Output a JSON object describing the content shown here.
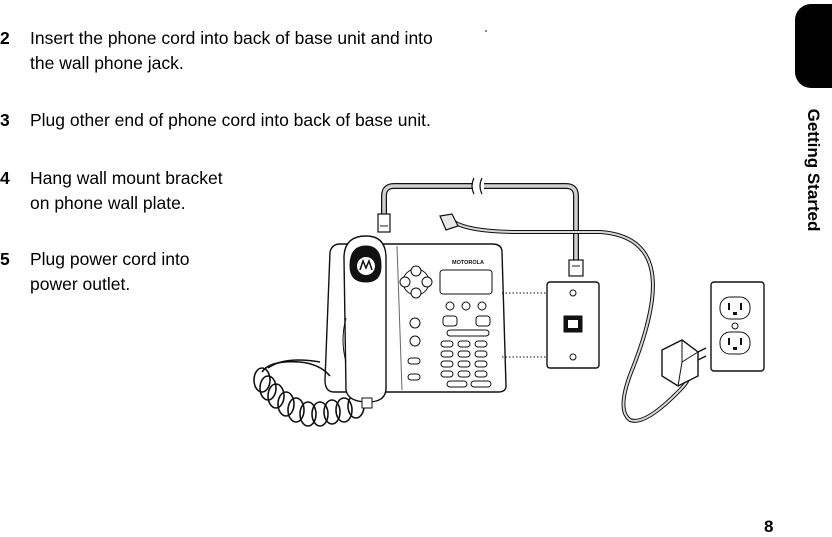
{
  "steps": [
    {
      "number": "2",
      "lines": [
        "Insert the phone cord into back of base unit and into",
        "the wall phone jack."
      ]
    },
    {
      "number": "3",
      "lines": [
        "Plug other end of phone cord into back of base unit."
      ]
    },
    {
      "number": "4",
      "lines": [
        "Hang wall mount bracket",
        "on phone wall plate."
      ]
    },
    {
      "number": "5",
      "lines": [
        "Plug power cord into",
        "power outlet."
      ]
    }
  ],
  "section_label": "Getting Started",
  "page_number": "8",
  "phone_brand": "MOTOROLA",
  "icons": [
    "motorola-logo-icon",
    "phone-jack-icon",
    "power-outlet-icon",
    "power-adapter-icon"
  ]
}
